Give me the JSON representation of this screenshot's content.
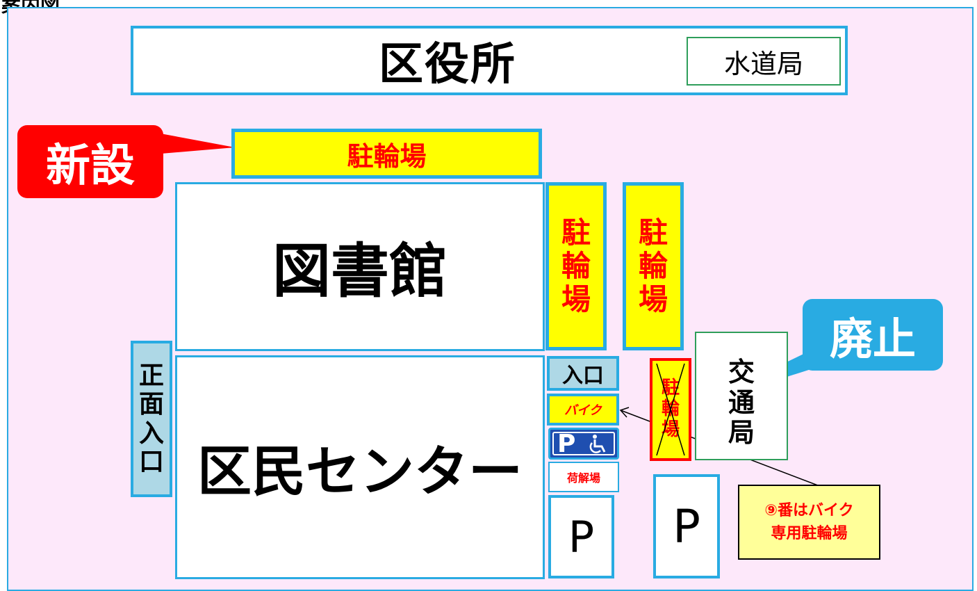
{
  "corner_label": "案内図",
  "ward_office": {
    "label": "区役所",
    "water_bureau": "水道局"
  },
  "new_callout": "新設",
  "abolished_callout": "廃止",
  "new_bike_parking": "駐輪場",
  "library": "図書館",
  "bike_parking_left": [
    "駐",
    "輪",
    "場"
  ],
  "bike_parking_right": [
    "駐",
    "輪",
    "場"
  ],
  "front_entrance": [
    "正",
    "面",
    "入",
    "口"
  ],
  "community_center": "区民センター",
  "entrance": "入口",
  "motorbike": "バイク",
  "disabled_parking": "P",
  "loading_zone": "荷解場",
  "parking_small": "P",
  "parking_right": "P",
  "abolished_bike_parking": [
    "駐",
    "輪",
    "場"
  ],
  "traffic_bureau": [
    "交",
    "通",
    "局"
  ],
  "note": {
    "line1": "⑨番はバイク",
    "line2": "専用駐輪場"
  },
  "colors": {
    "accent_blue": "#29abe2",
    "new_red": "#ff0000",
    "yellow": "#ffff00",
    "background_pink": "#fde8fa"
  }
}
